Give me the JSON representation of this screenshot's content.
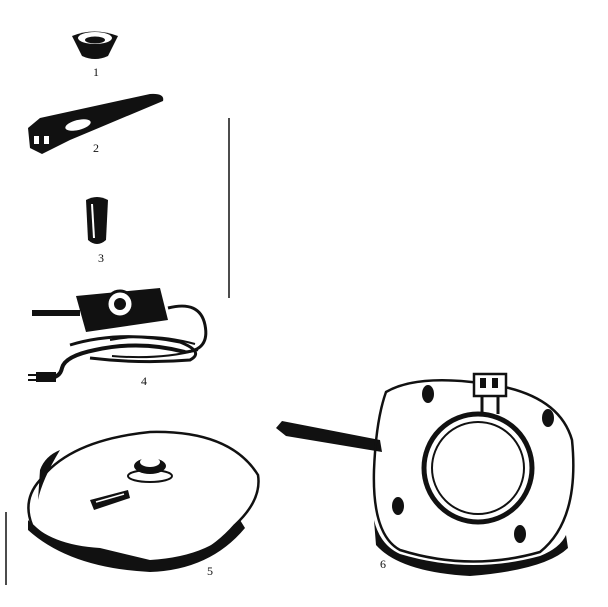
{
  "parts": [
    {
      "id": "1",
      "label": "1",
      "icon": "knob-cap-icon"
    },
    {
      "id": "2",
      "label": "2",
      "icon": "handle-icon"
    },
    {
      "id": "3",
      "label": "3",
      "icon": "leg-icon"
    },
    {
      "id": "4",
      "label": "4",
      "icon": "temperature-control-cord-icon"
    },
    {
      "id": "5",
      "label": "5",
      "icon": "cover-icon"
    },
    {
      "id": "6",
      "label": "6",
      "icon": "skillet-body-icon"
    }
  ],
  "colors": {
    "ink": "#111111",
    "paper": "#ffffff"
  }
}
